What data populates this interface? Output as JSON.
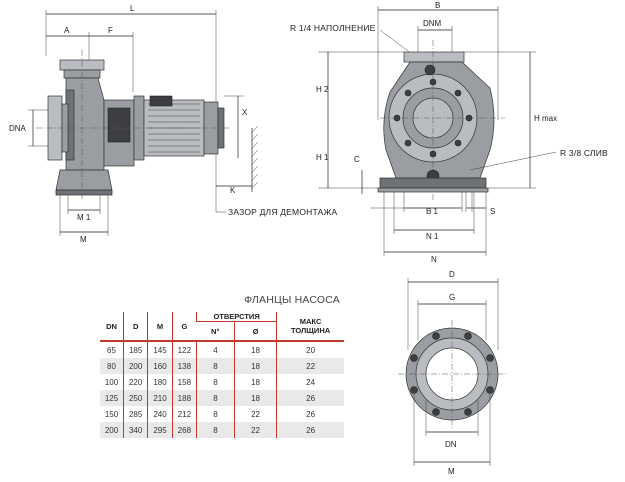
{
  "side_view": {
    "dim_L": "L",
    "dim_A": "A",
    "dim_F": "F",
    "dim_DNA": "DNA",
    "dim_X": "X",
    "dim_K": "K",
    "dim_M1": "M 1",
    "dim_M": "M",
    "clearance_label": "ЗАЗОР ДЛЯ ДЕМОНТАЖА"
  },
  "front_view": {
    "dim_B": "B",
    "dim_DNM": "DNM",
    "dim_H2": "H 2",
    "dim_H1": "H 1",
    "dim_Hmax": "H max",
    "dim_C": "C",
    "dim_B1": "B 1",
    "dim_N1": "N 1",
    "dim_N": "N",
    "dim_S": "S",
    "fill_label": "R 1/4 НАПОЛНЕНИЕ",
    "drain_label": "R 3/8  СЛИВ"
  },
  "flange_view": {
    "dim_D": "D",
    "dim_G": "G",
    "dim_DN": "DN",
    "dim_M": "M"
  },
  "flange_table": {
    "title": "ФЛАНЦЫ НАСОСА",
    "headers": {
      "dn": "DN",
      "d": "D",
      "m": "M",
      "g": "G",
      "holes": "ОТВЕРСТИЯ",
      "holes_n": "N°",
      "holes_dia": "Ø",
      "max_thickness_1": "МАКС",
      "max_thickness_2": "ТОЛЩИНА"
    },
    "rows": [
      [
        "65",
        "185",
        "145",
        "122",
        "4",
        "18",
        "20"
      ],
      [
        "80",
        "200",
        "160",
        "138",
        "8",
        "18",
        "22"
      ],
      [
        "100",
        "220",
        "180",
        "158",
        "8",
        "18",
        "24"
      ],
      [
        "125",
        "250",
        "210",
        "188",
        "8",
        "18",
        "26"
      ],
      [
        "150",
        "285",
        "240",
        "212",
        "8",
        "22",
        "26"
      ],
      [
        "200",
        "340",
        "295",
        "268",
        "8",
        "22",
        "26"
      ]
    ]
  }
}
